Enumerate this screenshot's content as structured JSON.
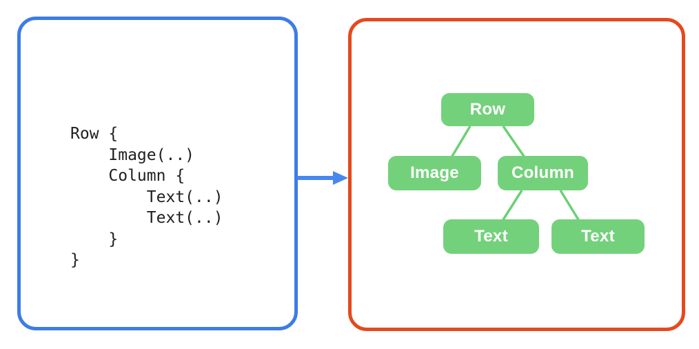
{
  "left_panel": {
    "border_color": "#3d7ce6",
    "code_text_color": "#1f1f1f",
    "code_lines": [
      "Row {",
      "    Image(..)",
      "    Column {",
      "        Text(..)",
      "        Text(..)",
      "    }",
      "}"
    ]
  },
  "arrow": {
    "color": "#4787f0",
    "direction": "right"
  },
  "right_panel": {
    "border_color": "#e5491d",
    "node_fill": "#74d17b",
    "node_text_color": "#ffffff",
    "connector_color": "#6bd073",
    "nodes": [
      {
        "label": "Row"
      },
      {
        "label": "Image"
      },
      {
        "label": "Column"
      },
      {
        "label": "Text"
      },
      {
        "label": "Text"
      }
    ]
  }
}
